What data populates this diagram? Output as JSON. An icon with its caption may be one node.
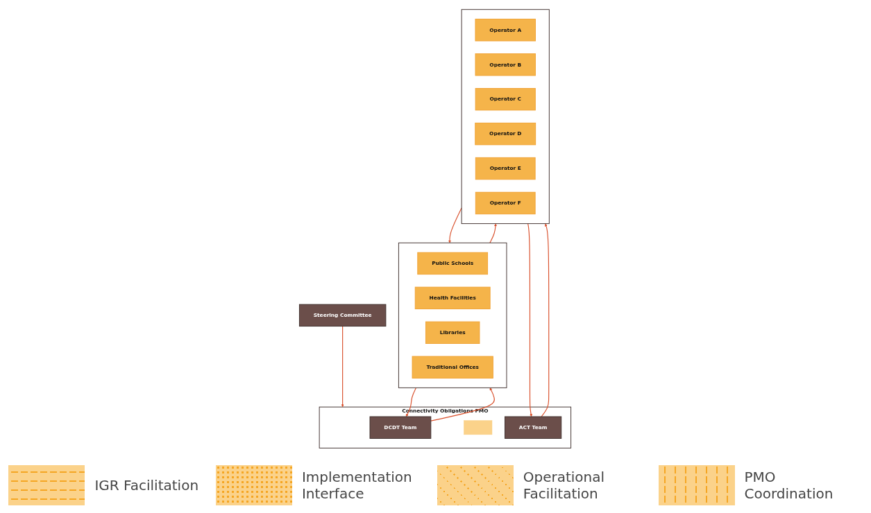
{
  "diagram": {
    "nodes": [
      {
        "text": [
          "Steering Committee"
        ]
      },
      {
        "text": [
          "Connectivity Obligations PMO"
        ]
      },
      {
        "text": [
          "DCDT Team"
        ],
        "in": 1
      },
      {
        "text": [],
        "shape": "box",
        "in": 1
      },
      {
        "text": [
          "ACT Team"
        ],
        "in": 1
      },
      {
        "text": [],
        "shape": "box"
      },
      {
        "text": [
          "Public Schools"
        ],
        "in": 5
      },
      {
        "text": [
          "Health Facilities"
        ],
        "in": 5
      },
      {
        "text": [
          "Libraries"
        ],
        "in": 5
      },
      {
        "text": [
          "Traditional Offices"
        ],
        "in": 5
      },
      {
        "text": [],
        "shape": "box"
      },
      {
        "text": [
          "Operator A"
        ],
        "in": 10
      },
      {
        "text": [
          "Operator B"
        ],
        "in": 10
      },
      {
        "text": [
          "Operator C"
        ],
        "in": 10
      },
      {
        "text": [
          "Operator D"
        ],
        "in": 10
      },
      {
        "text": [
          "Operator E"
        ],
        "in": 10
      },
      {
        "text": [
          "Operator F"
        ],
        "in": 10
      }
    ],
    "edges": [
      {
        "from": 0,
        "to": 1,
        "arrow": "to"
      },
      {
        "from": 2,
        "to": 5,
        "arrow": "to"
      },
      {
        "from": 4,
        "to": 10,
        "arrow": "to"
      },
      {
        "from": 5,
        "to": 10,
        "arrow": "to"
      },
      {
        "from": 5,
        "to": 2,
        "arrow": "to"
      },
      {
        "from": 10,
        "to": 4,
        "arrow": "to"
      },
      {
        "from": 10,
        "to": 5,
        "arrow": "to"
      }
    ],
    "legend": [
      {
        "text": "IGR Facilitation"
      },
      {
        "text": "Implementation Interface"
      },
      {
        "text": "Operational Facilitation"
      },
      {
        "text": "PMO Coordination"
      }
    ]
  }
}
